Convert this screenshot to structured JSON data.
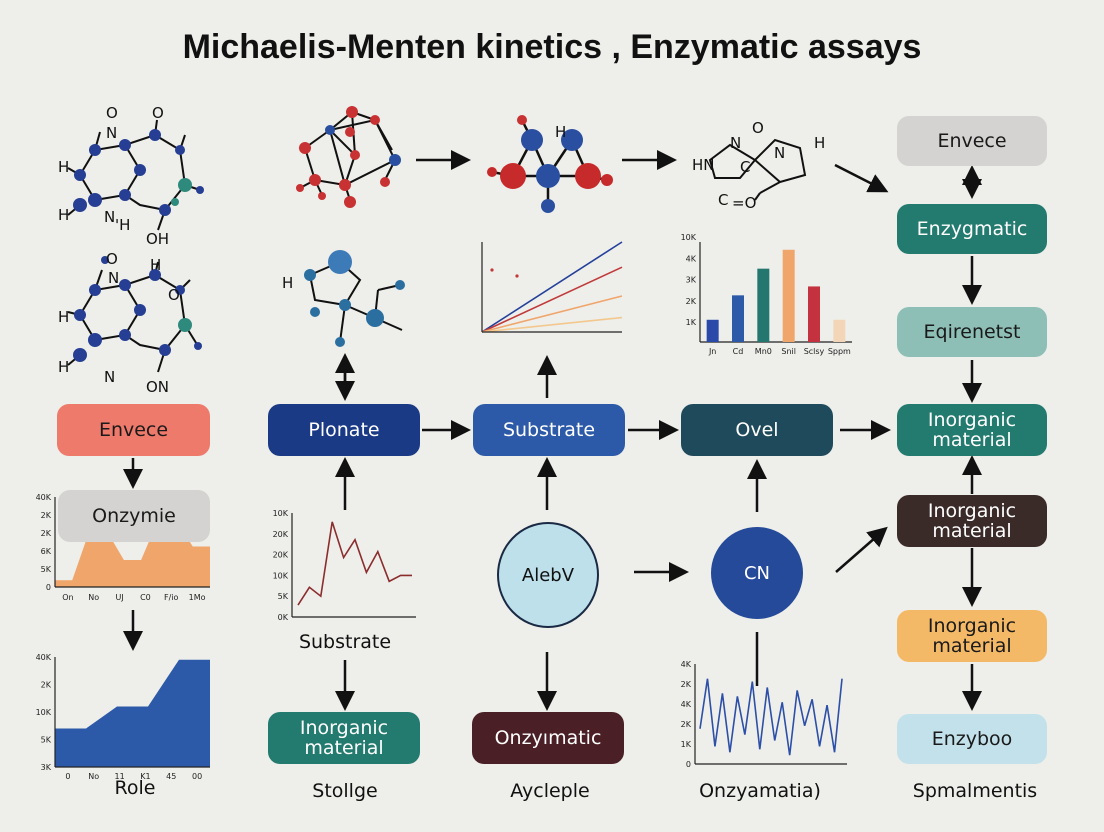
{
  "title": "Michaelis-Menten kinetics , Enzymatic assays",
  "colors": {
    "salmon": "#ee7a6c",
    "navy": "#1f3f8a",
    "blue": "#2c5aa8",
    "slate": "#1e4a5c",
    "teal": "#237a6f",
    "sage": "#8dbfb6",
    "brown": "#3a2a28",
    "orange": "#f4b967",
    "lightblue": "#c2e1ea",
    "grey": "#d4d3d1",
    "maroon": "#4a2026"
  },
  "boxes": {
    "envece_left": "Envece",
    "onzymie": "Onzymie",
    "plonate": "Plonate",
    "substrate_box": "Substrate",
    "ovel": "Ovel",
    "inorganic_bottom": "Inorganic\nmaterial",
    "onzyimatic": "Onzyımatic",
    "right_envece": "Envece",
    "right_enzygmatic": "Enzygmatic",
    "right_eqirenetst": "Eqirenetst",
    "right_inorganic_1": "Inorganic\nmaterial",
    "right_inorganic_2": "Inorganic\nmaterial",
    "right_inorganic_3": "Inorganic\nmaterial",
    "right_enzyboo": "Enzyboo"
  },
  "circles": {
    "alebv": "AlebV",
    "cn": "CN"
  },
  "captions": {
    "role": "Role",
    "substrate_caption": "Substrate",
    "stollge": "Stollge",
    "aycleple": "Aycleple",
    "onzyamatia": "Onzyamatia)",
    "spmalmentis": "Spmalmentis"
  },
  "molecule_labels": {
    "m1": [
      "O",
      "N",
      "O",
      "H",
      "H",
      "N",
      "'H",
      "OH"
    ],
    "m2": [
      "O",
      "H",
      "N",
      "O",
      "H",
      "H",
      "N",
      "ON"
    ],
    "m4": [
      "H"
    ],
    "m5": [
      "H"
    ],
    "m6": [
      "N",
      "O",
      "HN",
      "C",
      "N",
      "H",
      "C",
      "=O"
    ]
  },
  "chart_data": [
    {
      "type": "area",
      "categories": [
        "On",
        "No",
        "UJ",
        "C0",
        "F/io",
        "1Mo"
      ],
      "yticks": [
        "0",
        "5K",
        "6K",
        "2K",
        "2K",
        "40K"
      ],
      "values": [
        0.3,
        0.3,
        2.5,
        2.5,
        1.2,
        1.2,
        3,
        3,
        1.8,
        1.8
      ]
    },
    {
      "type": "area",
      "categories": [
        "0",
        "No",
        "11",
        "K1",
        "45",
        "00"
      ],
      "yticks": [
        "3K",
        "5K",
        "10K",
        "2K",
        "40K"
      ],
      "values": [
        1.4,
        1.4,
        2.2,
        2.2,
        3.9,
        3.9
      ]
    },
    {
      "type": "line",
      "yticks": [
        "0K",
        "5K",
        "10K",
        "20K",
        "20K",
        "10K"
      ],
      "values": [
        0.4,
        1.0,
        0.7,
        3.2,
        2.0,
        2.6,
        1.5,
        2.2,
        1.2,
        1.4,
        1.4
      ]
    },
    {
      "type": "line",
      "series": [
        {
          "values": [
            0,
            1
          ]
        },
        {
          "values": [
            0,
            0.72
          ]
        },
        {
          "values": [
            0,
            0.4
          ]
        },
        {
          "values": [
            0,
            0.16
          ]
        }
      ]
    },
    {
      "type": "bar",
      "categories": [
        "Jn",
        "Cd",
        "Mn0",
        "Snil",
        "Sclsy",
        "Sppm"
      ],
      "yticks": [
        "1K",
        "2K",
        "3K",
        "4K",
        "10K"
      ],
      "values": [
        1,
        2.1,
        3.3,
        4.15,
        2.5,
        1
      ],
      "colors": [
        "#2a49a8",
        "#2c5aa8",
        "#23776e",
        "#f0a56a",
        "#c4323f",
        "#f3d6b8"
      ]
    },
    {
      "type": "line",
      "yticks": [
        "0",
        "1K",
        "2K",
        "4K",
        "2K",
        "4K"
      ],
      "values": [
        1.2,
        2.9,
        0.6,
        2.4,
        0.4,
        2.3,
        1.0,
        2.8,
        0.5,
        2.6,
        0.8,
        2.1,
        0.3,
        2.5,
        1.3,
        2.2,
        0.6,
        2.0,
        0.4,
        2.9
      ]
    }
  ]
}
